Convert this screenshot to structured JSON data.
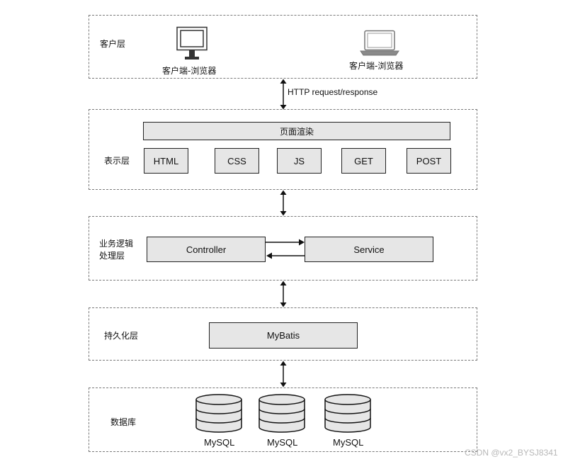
{
  "client_layer": {
    "label": "客户层",
    "clients": [
      {
        "icon": "desktop-monitor-icon",
        "label": "客户端-浏览器"
      },
      {
        "icon": "laptop-icon",
        "label": "客户端-浏览器"
      }
    ]
  },
  "connection": {
    "label": "HTTP request/response"
  },
  "presentation_layer": {
    "label": "表示层",
    "render_box": "页面渲染",
    "items": [
      "HTML",
      "CSS",
      "JS",
      "GET",
      "POST"
    ]
  },
  "business_layer": {
    "label": "业务逻辑\n处理层",
    "controller": "Controller",
    "service": "Service"
  },
  "persistence_layer": {
    "label": "持久化层",
    "framework": "MyBatis"
  },
  "database_layer": {
    "label": "数据库",
    "databases": [
      "MySQL",
      "MySQL",
      "MySQL"
    ]
  },
  "watermark": "CSDN @vx2_BYSJ8341",
  "colors": {
    "box_fill": "#e6e6e6",
    "border": "#222222",
    "dashed_border": "#7a7a7a"
  }
}
